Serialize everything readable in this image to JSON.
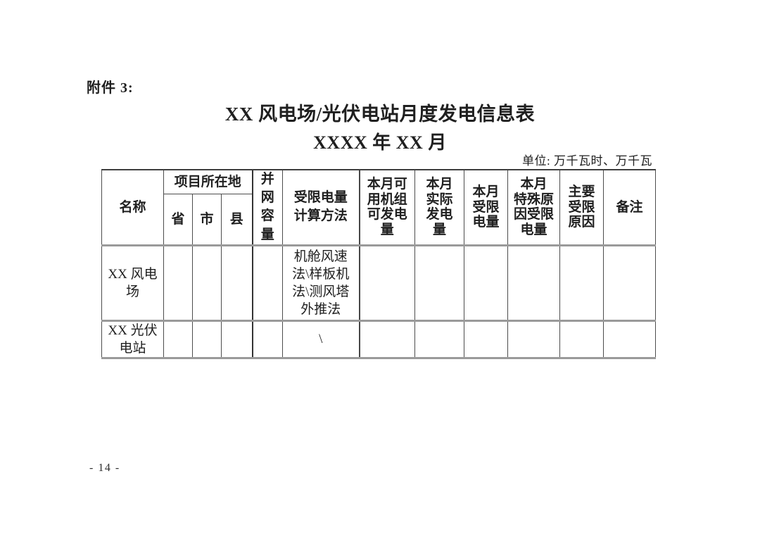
{
  "page": {
    "attachment_label": "附件 3:",
    "title": "XX 风电场/光伏电站月度发电信息表",
    "subtitle": "XXXX 年 XX 月",
    "unit_note": "单位: 万千瓦时、万千瓦",
    "page_number": "- 14 -"
  },
  "table": {
    "header": {
      "name": "名称",
      "location_group": "项目所在地",
      "province": "省",
      "city": "市",
      "county": "县",
      "grid_capacity": "并\n网\n容\n量",
      "curtail_method": "受限电量\n计算方法",
      "month_available_generation": "本月可\n用机组\n可发电\n量",
      "month_actual_generation": "本月\n实际\n发电\n量",
      "month_curtailed_energy": "本月\n受限\n电量",
      "month_special_curtailed_energy": "本月\n特殊原\n因受限\n电量",
      "main_curtail_reason": "主要\n受限\n原因",
      "remarks": "备注"
    },
    "rows": [
      {
        "name": "XX 风电\n场",
        "province": "",
        "city": "",
        "county": "",
        "grid_capacity": "",
        "curtail_method": "机舱风速\n法\\样板机\n法\\测风塔\n外推法",
        "month_available_generation": "",
        "month_actual_generation": "",
        "month_curtailed_energy": "",
        "month_special_curtailed_energy": "",
        "main_curtail_reason": "",
        "remarks": ""
      },
      {
        "name": "XX 光伏\n电站",
        "province": "",
        "city": "",
        "county": "",
        "grid_capacity": "",
        "curtail_method": "\\",
        "month_available_generation": "",
        "month_actual_generation": "",
        "month_curtailed_energy": "",
        "month_special_curtailed_energy": "",
        "main_curtail_reason": "",
        "remarks": ""
      }
    ]
  },
  "colors": {
    "text": "#1f1f1f",
    "grid_line": "#4d4d4d",
    "heavy_line": "#9a9a9a",
    "background": "#ffffff"
  }
}
